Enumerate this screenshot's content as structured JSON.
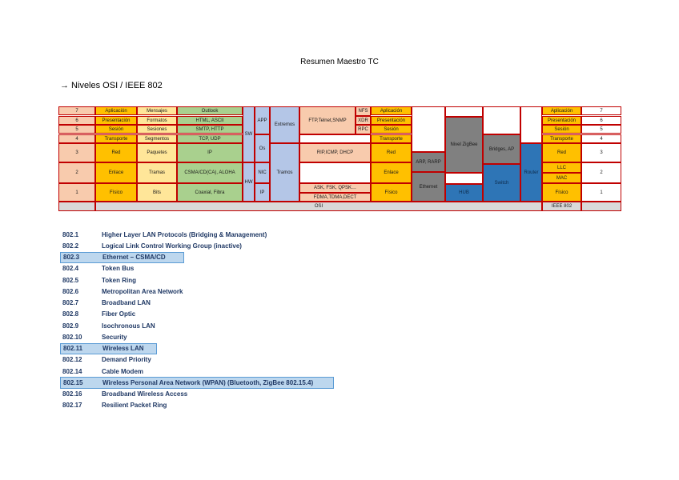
{
  "document": {
    "title": "Resumen Maestro TC",
    "subtitle": "→ Niveles OSI / IEEE 802"
  },
  "colors": {
    "salmon": "#f8cbad",
    "orange": "#ffc000",
    "yellow": "#ffe699",
    "green": "#a9d08e",
    "lilac": "#b4c6e7",
    "grey": "#808080",
    "blue": "#2e75b6",
    "border": "#c00000",
    "highlight": "#bdd7ee"
  },
  "osi_table": {
    "layer_numbers": [
      "7",
      "6",
      "5",
      "4",
      "3",
      "2",
      "1"
    ],
    "layer_names": [
      "Aplicación",
      "Presentación",
      "Sesión",
      "Transporte",
      "Red",
      "Enlace",
      "Físico"
    ],
    "pdu": [
      "Mensajes",
      "Formatos",
      "Sesiones",
      "Segmentos",
      "Paquetes",
      "Tramas",
      "Bits"
    ],
    "examples": [
      "Outlook",
      "HTML, ASCII",
      "SMTP, HTTP",
      "TCP, UDP",
      "IP",
      "CSMA/CD(CA), ALOHA",
      "Coaxial, Fibra"
    ],
    "sw": "SW",
    "hw": "HW",
    "app": "APP",
    "os": "Os",
    "nic": "NIC",
    "ip_small": "IP",
    "extremos": "Extremos",
    "tramos": "Tramos",
    "protocols": {
      "ftp": "FTP,Telnet,SNMP",
      "nfs": "NFS",
      "xdr": "XDR",
      "rpc": "RPC",
      "rip": "RIP,ICMP, DHCP",
      "ask": "ASK, FSK, QPSK…",
      "fdma": "FDMA,TDMA,DECT"
    },
    "tcpip_layers": [
      "Aplicación",
      "Presentación",
      "Sesión",
      "Transporte",
      "Red",
      "Enlace",
      "Físico"
    ],
    "devices": {
      "arp": "ARP, RARP",
      "ethernet": "Ethernet",
      "zigbee": "Nivel ZigBee",
      "hub": "HUB",
      "bridges": "Bridges, AP",
      "switch": "Switch",
      "router": "Router"
    },
    "right_names": [
      "Aplicación",
      "Presentación",
      "Sesión",
      "Transporte",
      "Red",
      "LLC",
      "MAC",
      "Físico"
    ],
    "right_numbers": [
      "7",
      "6",
      "5",
      "4",
      "3",
      "2",
      "1"
    ],
    "osi_label": "OSI",
    "ieee_label": "IEEE 802"
  },
  "ieee_802": [
    {
      "code": "802.1",
      "desc": "Higher Layer LAN Protocols (Bridging & Management)",
      "highlight": false
    },
    {
      "code": "802.2",
      "desc": "Logical Link Control Working Group (inactive)",
      "highlight": false
    },
    {
      "code": "802.3",
      "desc": "Ethernet – CSMA/CD",
      "highlight": true
    },
    {
      "code": "802.4",
      "desc": "Token Bus",
      "highlight": false
    },
    {
      "code": "802.5",
      "desc": "Token Ring",
      "highlight": false
    },
    {
      "code": "802.6",
      "desc": "Metropolitan Area Network",
      "highlight": false
    },
    {
      "code": "802.7",
      "desc": "Broadband LAN",
      "highlight": false
    },
    {
      "code": "802.8",
      "desc": "Fiber Optic",
      "highlight": false
    },
    {
      "code": "802.9",
      "desc": "Isochronous LAN",
      "highlight": false
    },
    {
      "code": "802.10",
      "desc": "Security",
      "highlight": false
    },
    {
      "code": "802.11",
      "desc": "Wireless LAN",
      "highlight": true
    },
    {
      "code": "802.12",
      "desc": "Demand Priority",
      "highlight": false
    },
    {
      "code": "802.14",
      "desc": "Cable Modem",
      "highlight": false
    },
    {
      "code": "802.15",
      "desc": "Wireless Personal Area Network (WPAN)  (Bluetooth, ZigBee 802.15.4)",
      "highlight": true
    },
    {
      "code": "802.16",
      "desc": "Broadband Wireless Access",
      "highlight": false
    },
    {
      "code": "802.17",
      "desc": "Resilient Packet Ring",
      "highlight": false
    }
  ]
}
